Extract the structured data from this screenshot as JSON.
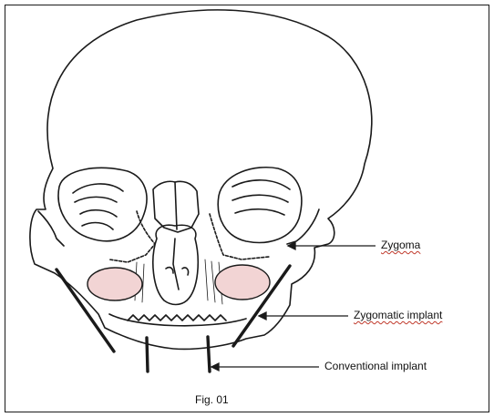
{
  "labels": {
    "zygoma": "Zygoma",
    "zygomatic_implant": "Zygomatic implant",
    "conventional_implant": "Conventional implant",
    "caption": "Fig. 01"
  },
  "colors": {
    "line": "#1a1a1a",
    "sinus_fill": "#f2d4d4",
    "spellcheck_underline": "#c0392b"
  }
}
